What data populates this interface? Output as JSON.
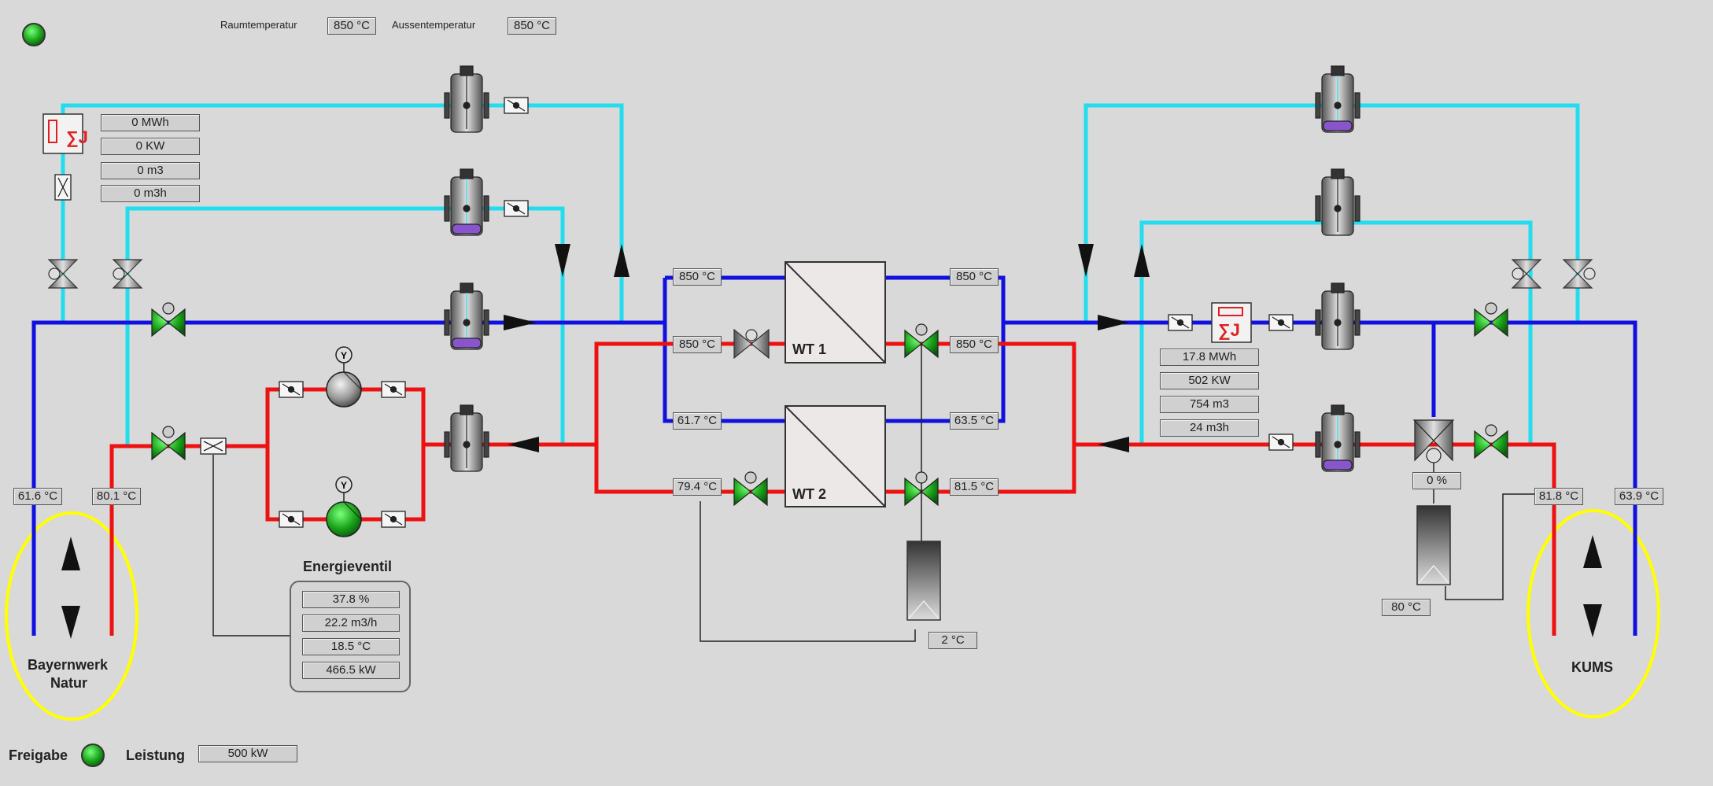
{
  "header": {
    "raum_label": "Raumtemperatur",
    "raum_value": "850 °C",
    "aussen_label": "Aussentemperatur",
    "aussen_value": "850 °C"
  },
  "meter_left": [
    "0 MWh",
    "0 KW",
    "0 m3",
    "0 m3h"
  ],
  "meter_right": [
    "17.8 MWh",
    "502 KW",
    "754 m3",
    "24 m3h"
  ],
  "temps": {
    "left_supply": "61.6 °C",
    "left_return": "80.1 °C",
    "wt1_left_top": "850 °C",
    "wt1_left_mid": "850 °C",
    "wt1_right_top": "850 °C",
    "wt1_right_mid": "850 °C",
    "wt2_left_top": "61.7 °C",
    "wt2_left_bot": "79.4 °C",
    "wt2_right_top": "63.5 °C",
    "wt2_right_bot": "81.5 °C",
    "tank_mid": "2 °C",
    "tank_right": "80 °C",
    "right_return": "81.8 °C",
    "right_supply": "63.9 °C"
  },
  "valve_percent": "0 %",
  "exchangers": [
    "WT 1",
    "WT 2"
  ],
  "energieventil": {
    "title": "Energieventil",
    "values": [
      "37.8 %",
      "22.2 m3/h",
      "18.5 °C",
      "466.5 kW"
    ]
  },
  "sources": {
    "left": [
      "Bayernwerk",
      "Natur"
    ],
    "right": "KUMS"
  },
  "footer": {
    "freigabe_label": "Freigabe",
    "leistung_label": "Leistung",
    "leistung_value": "500 kW"
  },
  "colors": {
    "supply_blue": "#1010e0",
    "return_red": "#ee1111",
    "cyan": "#22ddee",
    "status_green": "#22aa22",
    "source_yellow": "#ffff00"
  },
  "icons": [
    "status-lamp-icon",
    "heat-meter-icon",
    "flow-sensor-icon",
    "valve-icon",
    "pump-icon",
    "filter-icon",
    "flow-arrow-icon",
    "tank-icon"
  ]
}
